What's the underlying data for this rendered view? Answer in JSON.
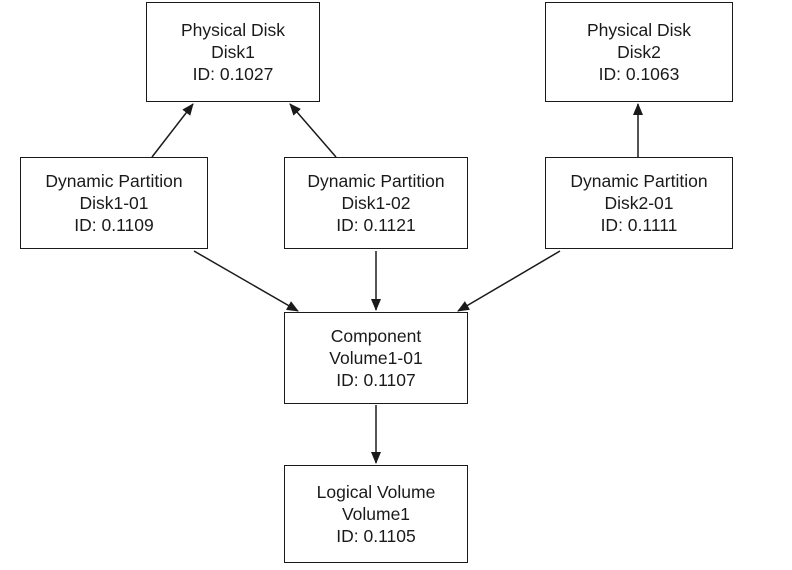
{
  "nodes": [
    {
      "type": "Physical Disk",
      "name": "Disk1",
      "id": "ID: 0.1027"
    },
    {
      "type": "Physical Disk",
      "name": "Disk2",
      "id": "ID: 0.1063"
    },
    {
      "type": "Dynamic Partition",
      "name": "Disk1-01",
      "id": "ID: 0.1109"
    },
    {
      "type": "Dynamic Partition",
      "name": "Disk1-02",
      "id": "ID: 0.1121"
    },
    {
      "type": "Dynamic Partition",
      "name": "Disk2-01",
      "id": "ID: 0.1111"
    },
    {
      "type": "Component",
      "name": "Volume1-01",
      "id": "ID: 0.1107"
    },
    {
      "type": "Logical Volume",
      "name": "Volume1",
      "id": "ID: 0.1105"
    }
  ],
  "edges": [
    {
      "from": "Disk1-01",
      "to": "Disk1"
    },
    {
      "from": "Disk1-02",
      "to": "Disk1"
    },
    {
      "from": "Disk2-01",
      "to": "Disk2"
    },
    {
      "from": "Disk1-01",
      "to": "Volume1-01"
    },
    {
      "from": "Disk1-02",
      "to": "Volume1-01"
    },
    {
      "from": "Disk2-01",
      "to": "Volume1-01"
    },
    {
      "from": "Volume1-01",
      "to": "Volume1"
    }
  ],
  "colors": {
    "stroke": "#1a1a1a",
    "background": "#ffffff"
  }
}
